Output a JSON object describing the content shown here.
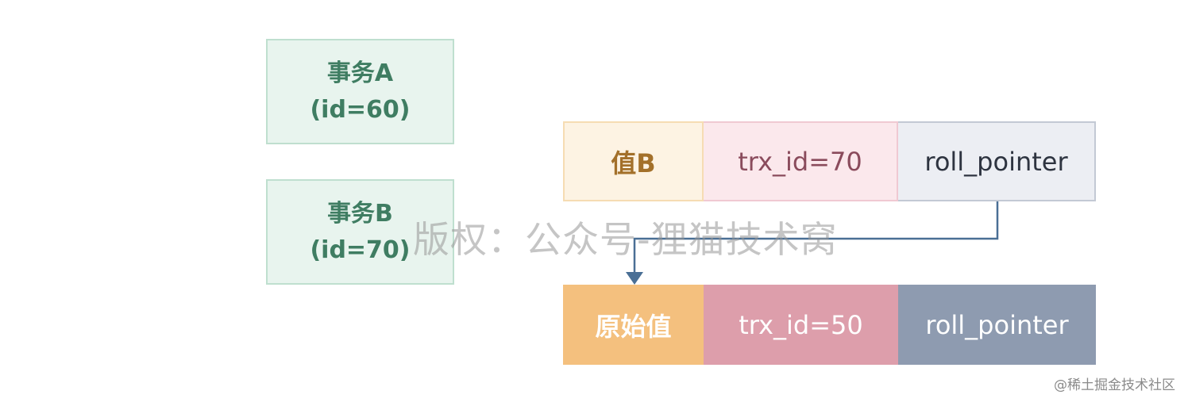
{
  "transactions": [
    {
      "name": "事务A",
      "id_label": "(id=60)"
    },
    {
      "name": "事务B",
      "id_label": "(id=70)"
    }
  ],
  "version_chain": {
    "new_version": {
      "value": "值B",
      "trx_id": "trx_id=70",
      "pointer": "roll_pointer"
    },
    "original_version": {
      "value": "原始值",
      "trx_id": "trx_id=50",
      "pointer": "roll_pointer"
    }
  },
  "colors": {
    "transaction_box": "#e8f4ee",
    "value_new": "#fdf3e3",
    "trx_new": "#fbe8ec",
    "pointer_new": "#eceef3",
    "value_orig": "#f4c07e",
    "trx_orig": "#dd9eab",
    "pointer_orig": "#8e9bb0",
    "arrow": "#4a6f95"
  },
  "watermark": "版权：公众号-狸猫技术窝",
  "credit": "@稀土掘金技术社区"
}
